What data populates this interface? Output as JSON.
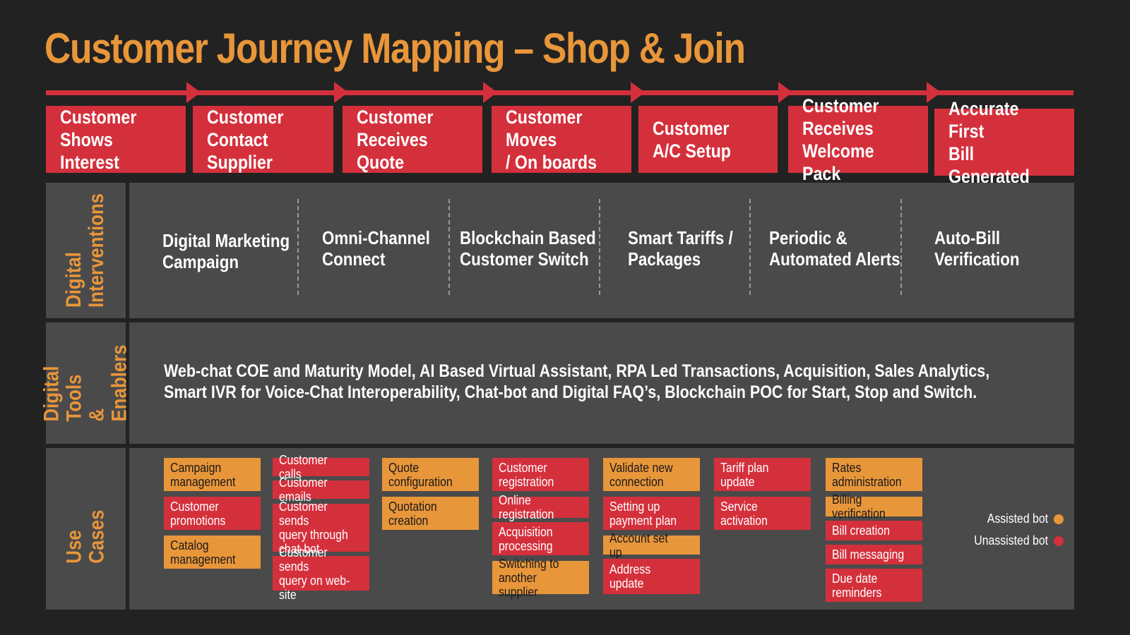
{
  "title": "Customer Journey Mapping – Shop & Join",
  "colors": {
    "accent_orange": "#e8963a",
    "accent_red": "#d4303c",
    "panel": "#4a4a4a",
    "background": "#222222"
  },
  "stages": [
    "Customer\nShows Interest",
    "Customer\nContact Supplier",
    "Customer\nReceives Quote",
    "Customer Moves\n/ On boards",
    "Customer\nA/C Setup",
    "Customer Receives\nWelcome Pack",
    "Accurate First\nBill Generated"
  ],
  "rows": {
    "digital_interventions": "Digital\nInterventions",
    "digital_tools": "Digital Tools\n& Enablers",
    "use_cases": "Use Cases"
  },
  "interventions": [
    "Digital Marketing\nCampaign",
    "Omni-Channel\nConnect",
    "Blockchain Based\nCustomer Switch",
    "Smart Tariffs /\nPackages",
    "Periodic &\nAutomated Alerts",
    "Auto-Bill\nVerification"
  ],
  "tools_text": "Web-chat COE and Maturity Model, AI Based Virtual Assistant, RPA Led Transactions, Acquisition, Sales Analytics, Smart IVR for Voice-Chat Interoperability, Chat-bot and Digital FAQ’s, Blockchain POC for Start, Stop and Switch.",
  "use_cases": [
    [
      {
        "text": "Campaign\nmanagement",
        "type": "assisted"
      },
      {
        "text": "Customer\npromotions",
        "type": "unassisted"
      },
      {
        "text": "Catalog\nmanagement",
        "type": "assisted"
      }
    ],
    [
      {
        "text": "Customer calls",
        "type": "unassisted"
      },
      {
        "text": "Customer emails",
        "type": "unassisted"
      },
      {
        "text": "Customer sends\nquery through\nchat-bot",
        "type": "unassisted"
      },
      {
        "text": "Customer sends\nquery on web-site",
        "type": "unassisted"
      }
    ],
    [
      {
        "text": "Quote\nconfiguration",
        "type": "assisted"
      },
      {
        "text": "Quotation\ncreation",
        "type": "assisted"
      }
    ],
    [
      {
        "text": "Customer\nregistration",
        "type": "unassisted"
      },
      {
        "text": "Online registration",
        "type": "unassisted"
      },
      {
        "text": "Acquisition\nprocessing",
        "type": "unassisted"
      },
      {
        "text": "Switching to\nanother supplier",
        "type": "assisted"
      }
    ],
    [
      {
        "text": "Validate new\nconnection",
        "type": "assisted"
      },
      {
        "text": "Setting up\npayment plan",
        "type": "unassisted"
      },
      {
        "text": "Account set up",
        "type": "assisted"
      },
      {
        "text": "Address update",
        "type": "unassisted"
      }
    ],
    [
      {
        "text": "Tariff plan\nupdate",
        "type": "unassisted"
      },
      {
        "text": "Service\nactivation",
        "type": "unassisted"
      }
    ],
    [
      {
        "text": "Rates\nadministration",
        "type": "assisted"
      },
      {
        "text": "Billing verification",
        "type": "assisted"
      },
      {
        "text": "Bill creation",
        "type": "unassisted"
      },
      {
        "text": "Bill messaging",
        "type": "unassisted"
      },
      {
        "text": "Due date\nreminders",
        "type": "unassisted"
      }
    ]
  ],
  "legend": {
    "assisted": "Assisted bot",
    "unassisted": "Unassisted bot"
  }
}
